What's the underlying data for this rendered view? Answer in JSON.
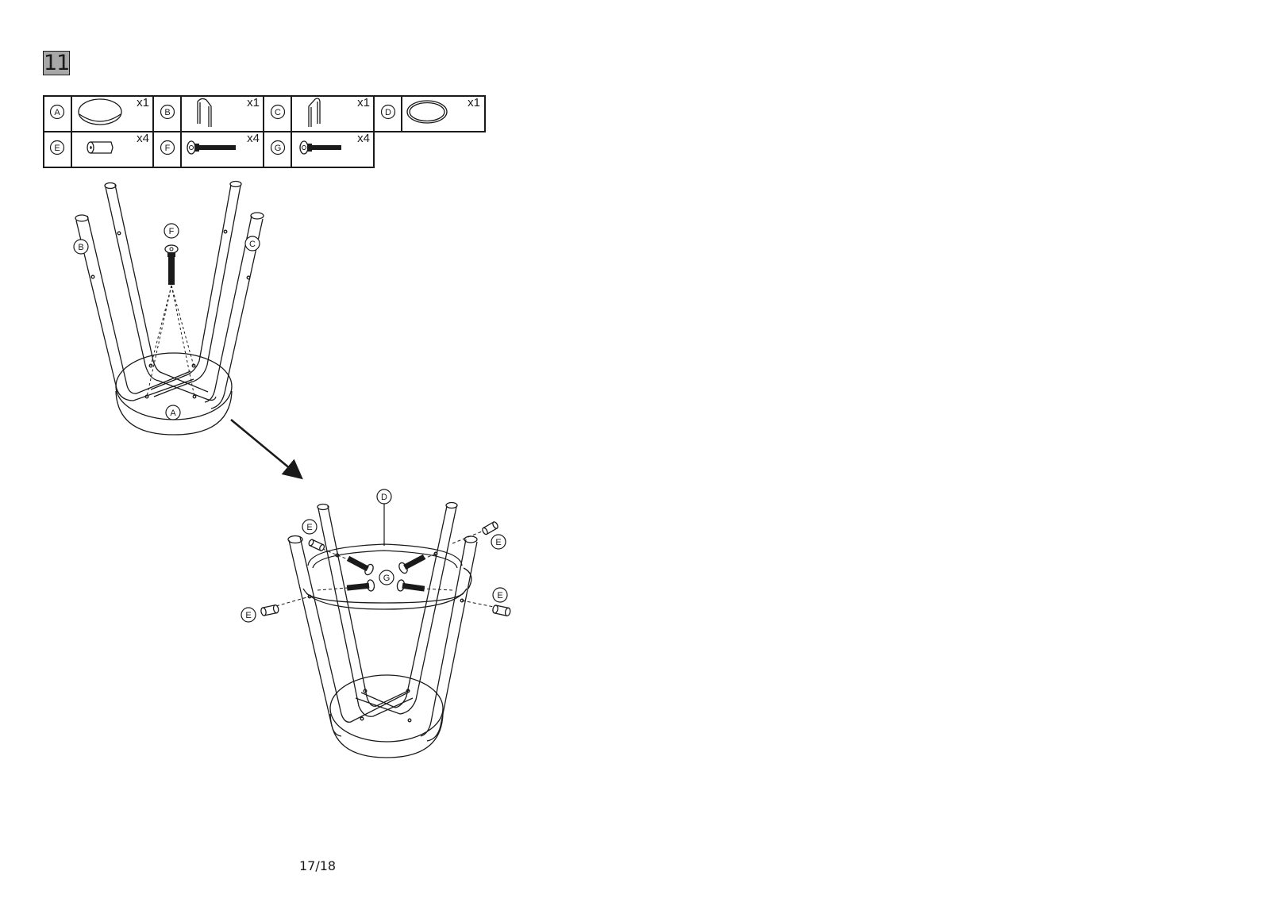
{
  "step": {
    "number": "11"
  },
  "parts": [
    {
      "letter": "A",
      "qty": "x1",
      "icon": "round-seat-icon"
    },
    {
      "letter": "B",
      "qty": "x1",
      "icon": "leg-frame-b-icon"
    },
    {
      "letter": "C",
      "qty": "x1",
      "icon": "leg-frame-c-icon"
    },
    {
      "letter": "D",
      "qty": "x1",
      "icon": "footrest-ring-icon"
    },
    {
      "letter": "E",
      "qty": "x4",
      "icon": "barrel-nut-icon"
    },
    {
      "letter": "F",
      "qty": "x4",
      "icon": "long-bolt-icon"
    },
    {
      "letter": "G",
      "qty": "x4",
      "icon": "short-bolt-icon"
    }
  ],
  "callouts": {
    "top": {
      "b": "B",
      "f": "F",
      "c": "C",
      "a": "A"
    },
    "bottom": {
      "d": "D",
      "g": "G",
      "e1": "E",
      "e2": "E",
      "e3": "E",
      "e4": "E"
    }
  },
  "page": {
    "number": "17/18"
  }
}
